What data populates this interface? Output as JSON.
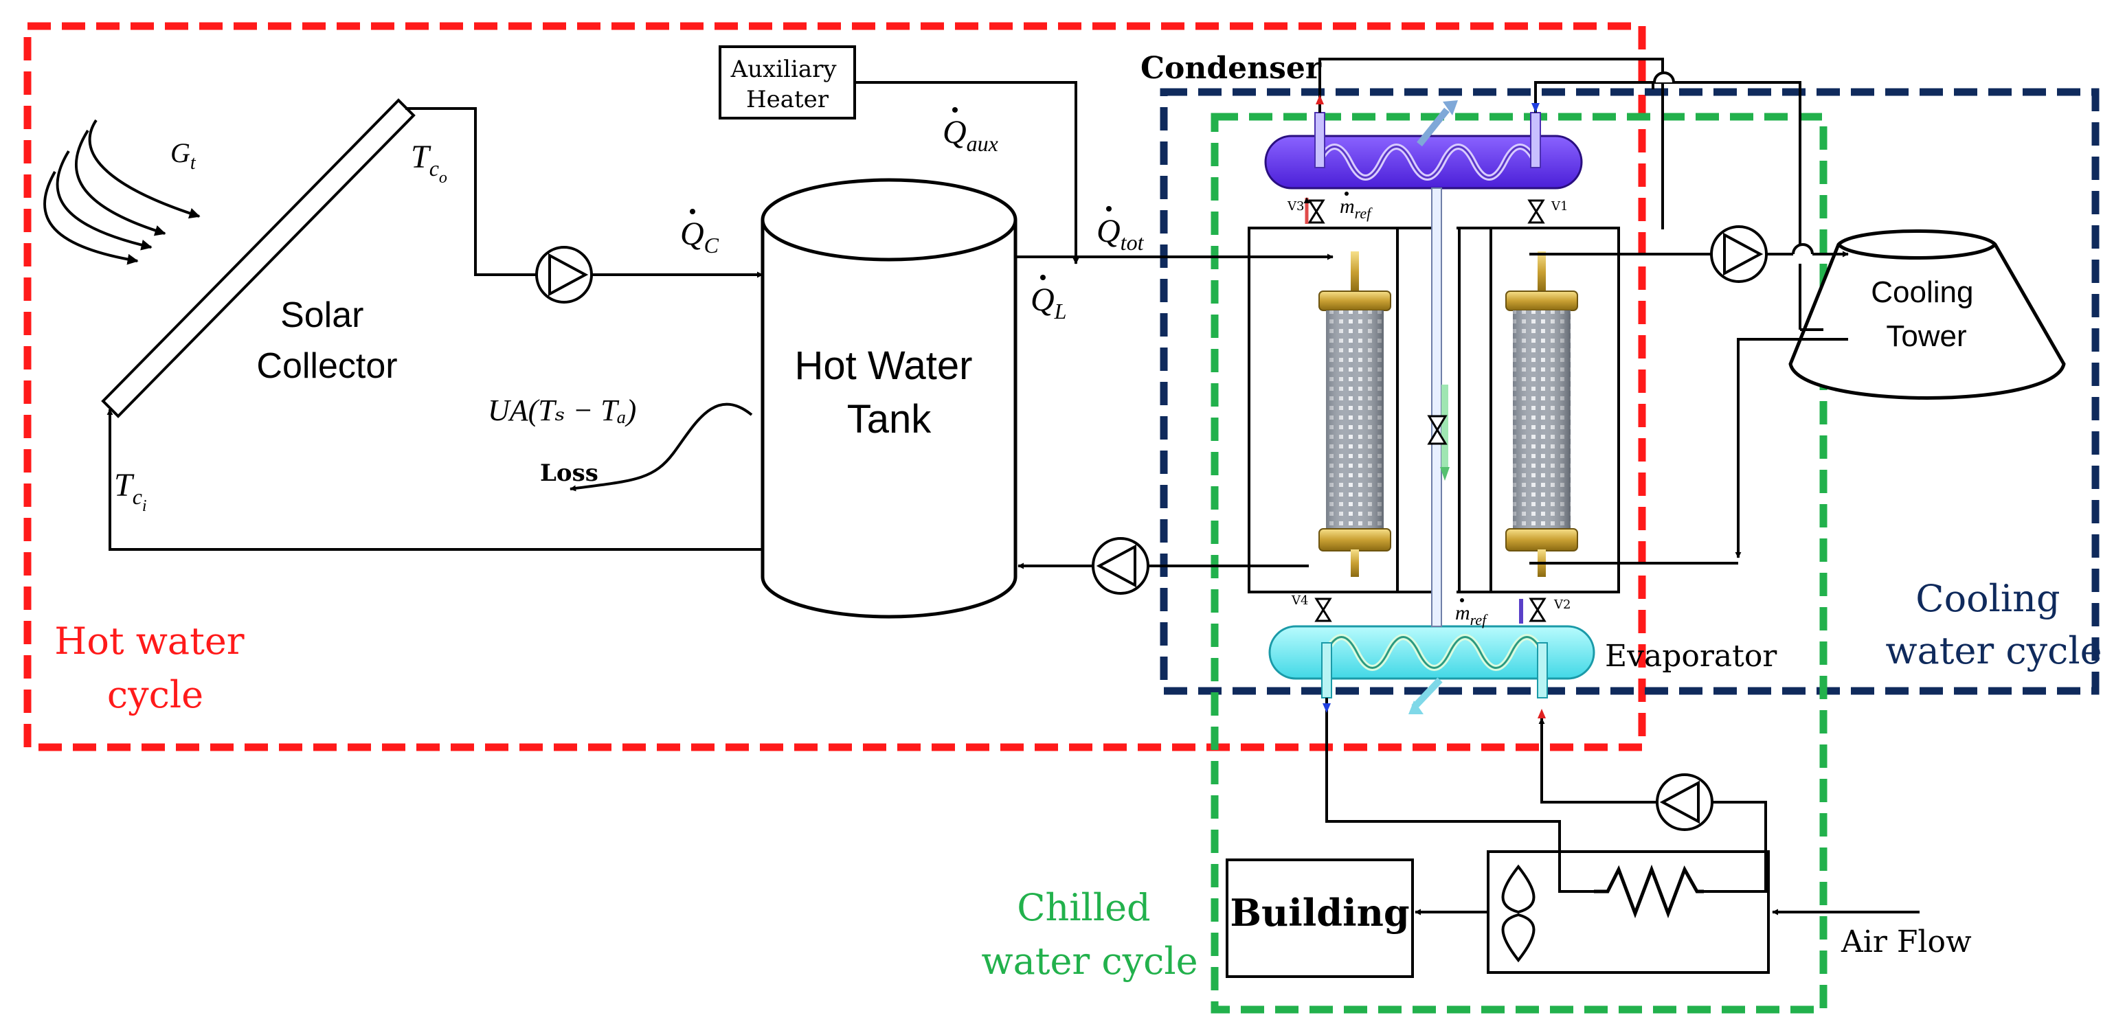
{
  "colors": {
    "hot_cycle": "#ff1a1a",
    "cooling_cycle": "#0f2a5c",
    "chilled_cycle": "#22b14c",
    "condenser_fill": "#6a3cf0",
    "evaporator_fill": "#7ff3f6",
    "line": "#000000"
  },
  "labels": {
    "auxiliary_heater_line1": "Auxiliary",
    "auxiliary_heater_line2": "Heater",
    "condenser": "Condenser",
    "evaporator": "Evaporator",
    "solar_collector_line1": "Solar",
    "solar_collector_line2": "Collector",
    "hot_water_tank_line1": "Hot Water",
    "hot_water_tank_line2": "Tank",
    "cooling_tower_line1": "Cooling",
    "cooling_tower_line2": "Tower",
    "building": "Building",
    "air_flow": "Air Flow",
    "loss": "Loss",
    "hot_water_cycle_line1": "Hot water",
    "hot_water_cycle_line2": "cycle",
    "cooling_water_cycle_line1": "Cooling",
    "cooling_water_cycle_line2": "water cycle",
    "chilled_water_cycle_line1": "Chilled",
    "chilled_water_cycle_line2": "water cycle"
  },
  "symbols": {
    "g_t": {
      "base": "G",
      "sub": "t"
    },
    "t_co": {
      "base": "T",
      "sub": "c",
      "subsub": "o"
    },
    "t_ci": {
      "base": "T",
      "sub": "c",
      "subsub": "i"
    },
    "q_c": {
      "base": "Q",
      "sub": "C"
    },
    "q_aux": {
      "base": "Q",
      "sub": "aux"
    },
    "q_tot": {
      "base": "Q",
      "sub": "tot"
    },
    "q_l": {
      "base": "Q",
      "sub": "L"
    },
    "ua_loss": "UA(Tₛ − Tₐ)",
    "m_ref_top": {
      "base": "m",
      "sub": "ref"
    },
    "m_ref_bottom": {
      "base": "m",
      "sub": "ref"
    }
  },
  "valves": {
    "v1": "V1",
    "v2": "V2",
    "v3": "V3",
    "v4": "V4"
  },
  "icons": {
    "pump": "pump-icon",
    "valve": "valve-icon",
    "fan": "fan-icon",
    "coil": "heating-coil-icon",
    "sun_rays": "solar-radiation-icon",
    "adsorber_bed": "adsorber-bed-icon"
  }
}
